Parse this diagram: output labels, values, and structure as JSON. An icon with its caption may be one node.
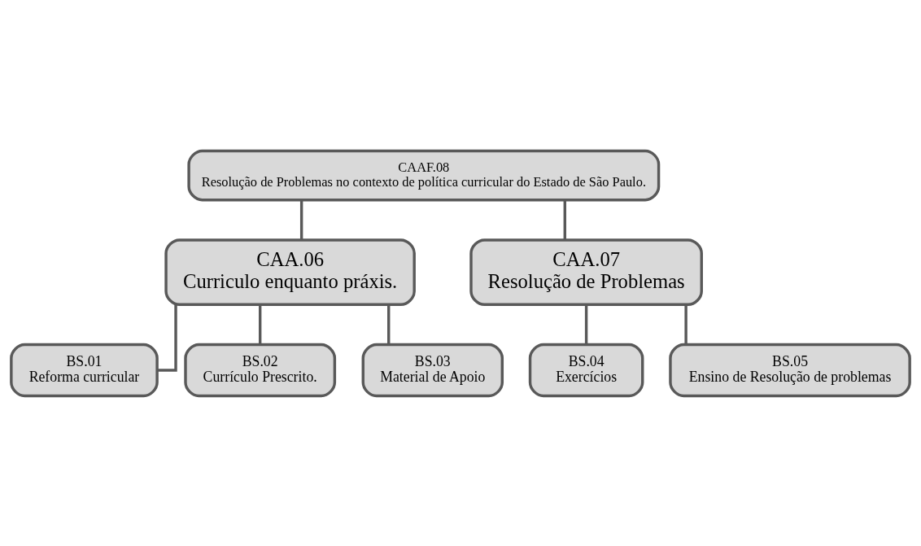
{
  "diagram": {
    "nodes": [
      {
        "text": [
          "CAAF.08",
          "Resolução de Problemas no contexto de política curricular do Estado de São Paulo."
        ]
      },
      {
        "text": [
          "CAA.06",
          "Curriculo enquanto práxis."
        ]
      },
      {
        "text": [
          "CAA.07",
          "Resolução de Problemas"
        ]
      },
      {
        "text": [
          "BS.01",
          "Reforma curricular"
        ]
      },
      {
        "text": [
          "BS.02",
          "Currículo Prescrito."
        ]
      },
      {
        "text": [
          "BS.03",
          "Material de Apoio"
        ]
      },
      {
        "text": [
          "BS.04",
          "Exercícios"
        ]
      },
      {
        "text": [
          "BS.05",
          "Ensino de Resolução de problemas"
        ]
      }
    ],
    "edges": [
      {
        "from": 0,
        "to": 1,
        "arrow": "none"
      },
      {
        "from": 0,
        "to": 2,
        "arrow": "none"
      },
      {
        "from": 1,
        "to": 3,
        "arrow": "none"
      },
      {
        "from": 1,
        "to": 4,
        "arrow": "none"
      },
      {
        "from": 1,
        "to": 5,
        "arrow": "none"
      },
      {
        "from": 2,
        "to": 6,
        "arrow": "none"
      },
      {
        "from": 2,
        "to": 7,
        "arrow": "none"
      }
    ]
  }
}
